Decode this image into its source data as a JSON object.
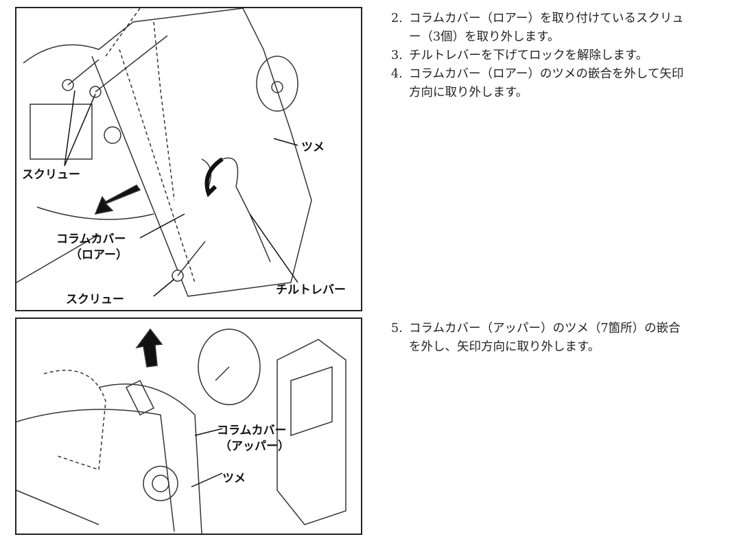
{
  "figure1": {
    "labels": {
      "screw_left": "スクリュー",
      "cover": "コラムカバー",
      "cover_sub": "（ロアー）",
      "screw_bottom": "スクリュー",
      "claw": "ツメ",
      "tilt_lever": "チルトレバー"
    }
  },
  "figure2": {
    "labels": {
      "cover": "コラムカバー",
      "cover_sub": "（アッパー）",
      "claw": "ツメ"
    }
  },
  "steps": [
    {
      "num": "2.",
      "line1": "コラムカバー（ロアー）を取り付けているスクリュ",
      "line2": "ー（3個）を取り外します。"
    },
    {
      "num": "3.",
      "line1": "チルトレバーを下げてロックを解除します。"
    },
    {
      "num": "4.",
      "line1": "コラムカバー（ロアー）のツメの嵌合を外して矢印",
      "line2": "方向に取り外します。"
    },
    {
      "num": "5.",
      "line1": "コラムカバー（アッパー）のツメ（7箇所）の嵌合",
      "line2": "を外し、矢印方向に取り外します。"
    }
  ]
}
